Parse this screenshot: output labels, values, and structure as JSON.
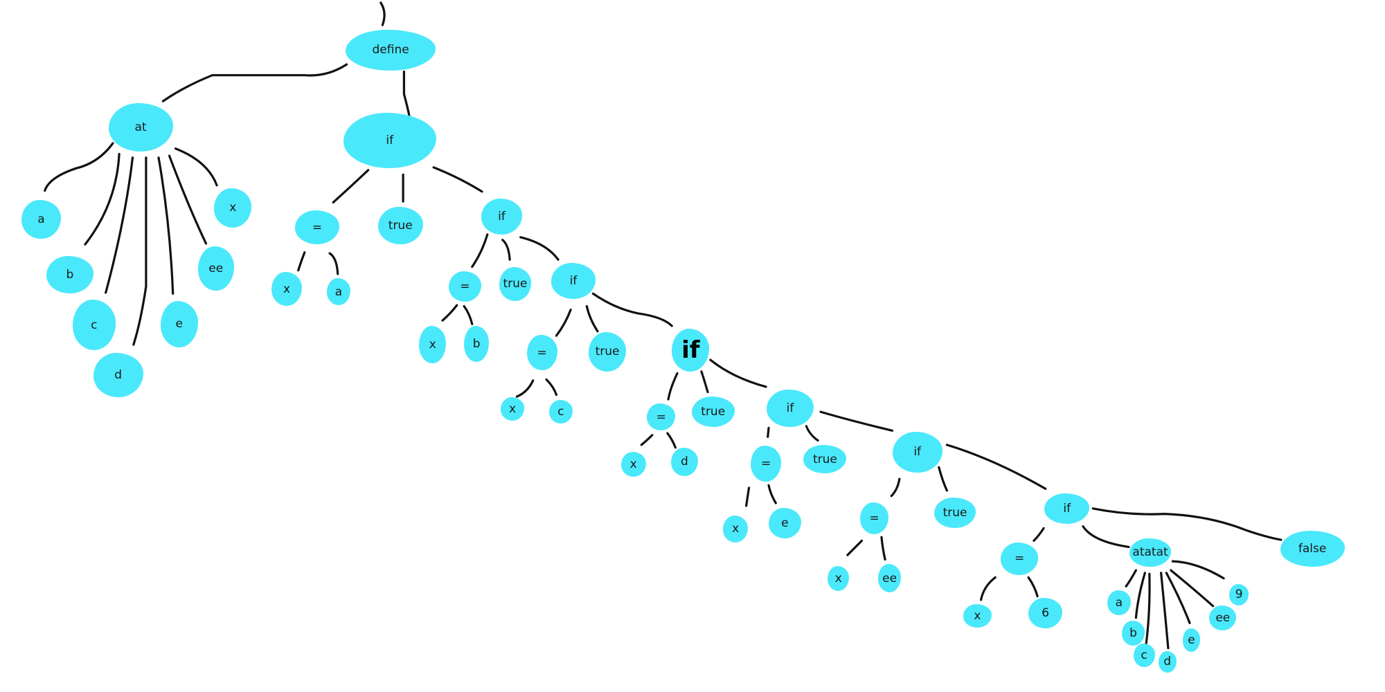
{
  "blob_color": "#4ae8fb",
  "line_color": "#111111",
  "tree": {
    "define": "define",
    "at": "at",
    "at_args": [
      "a",
      "b",
      "c",
      "d",
      "e",
      "ee",
      "x"
    ],
    "if_label": "if",
    "eq_label": "=",
    "true_label": "true",
    "false_label": "false",
    "var": "x",
    "tests": [
      "a",
      "b",
      "c",
      "d",
      "e",
      "ee",
      "6"
    ],
    "atatat": "atatat",
    "atatat_args": [
      "a",
      "b",
      "c",
      "d",
      "e",
      "ee",
      "9"
    ]
  }
}
